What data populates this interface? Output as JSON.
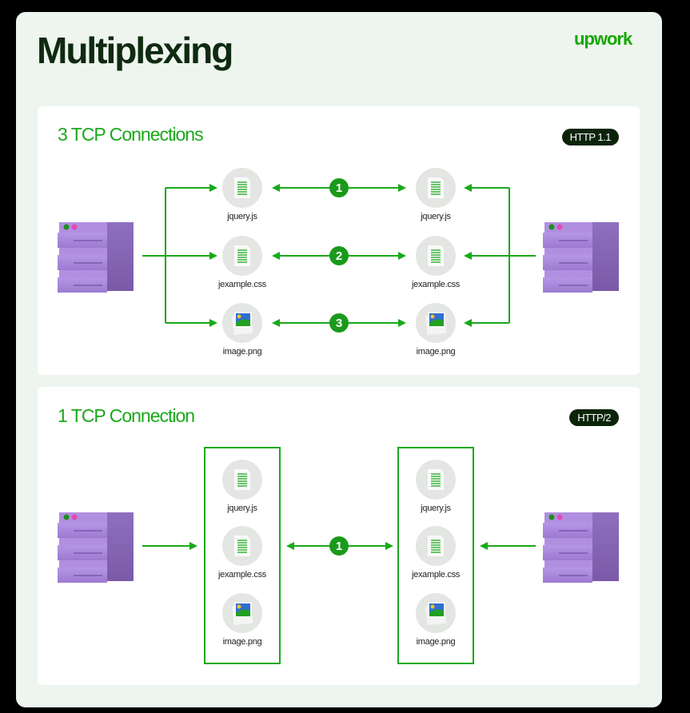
{
  "header": {
    "title": "Multiplexing",
    "logo": "upwork"
  },
  "colors": {
    "accent": "#1aa81a",
    "badge_bg": "#0b2409",
    "server": "#a07fd3",
    "card_bg": "#eef4ee"
  },
  "sections": [
    {
      "title": "3 TCP Connections",
      "badge": "HTTP 1.1",
      "left_files": [
        "jquery.js",
        "jexample.css",
        "image.png"
      ],
      "right_files": [
        "jquery.js",
        "jexample.css",
        "image.png"
      ],
      "connections": [
        "1",
        "2",
        "3"
      ]
    },
    {
      "title": "1 TCP Connection",
      "badge": "HTTP/2",
      "left_files": [
        "jquery.js",
        "jexample.css",
        "image.png"
      ],
      "right_files": [
        "jquery.js",
        "jexample.css",
        "image.png"
      ],
      "connections": [
        "1"
      ]
    }
  ],
  "icons": {
    "server": "server-icon",
    "document": "document-icon",
    "image": "image-file-icon"
  }
}
